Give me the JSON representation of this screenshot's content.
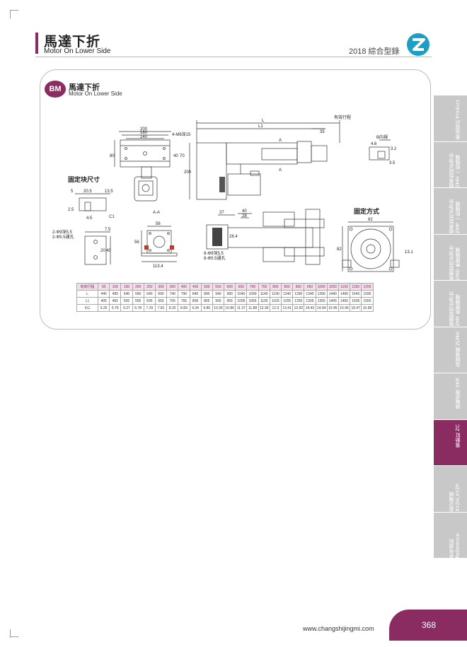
{
  "header": {
    "title": "馬達下折",
    "subtitle": "Motor On Lower Side",
    "catalog": "2018 綜合型錄"
  },
  "section": {
    "badge": "BM",
    "title": "馬達下折",
    "subtitle": "Motor On Lower Side"
  },
  "drawing": {
    "dims_front_top": [
      "200",
      "180",
      "140"
    ],
    "hole_note": "4-M6深15",
    "dim_80": "80",
    "dim_40": "40",
    "dim_70": "70",
    "dim_L": "L",
    "dim_L1": "L1",
    "dim_35": "35",
    "stroke_label": "有效行程",
    "dim_200_side": "200",
    "section_A": "A",
    "fix_block_label": "固定块尺寸",
    "fix_method_label": "固定方式",
    "view_AA": "A-A",
    "dim_56": "56",
    "dim_56_side": "56",
    "dim_113": "113.4",
    "dim_5": "5",
    "dim_205": "20.5",
    "dim_135": "13.5",
    "dim_25": "2.5",
    "dim_45": "4.5",
    "dim_c1": "C1",
    "dim_75": "7.5",
    "dim_20": "20",
    "dim_40_blk": "40",
    "hole_a": "2-Φ9深5.5",
    "hole_b": "2-Φ5.5通孔",
    "dim_37": "37",
    "dim_40b": "40",
    "dim_28": "28",
    "dim_284": "28.4",
    "hole_c": "8-Φ9深5.5",
    "hole_d": "8-Φ5.5通孔",
    "dim_82": "82",
    "dim_82_side": "82",
    "dim_131": "13.1",
    "b_view": "B向視",
    "dim_46": "4.6",
    "dim_32": "3.2",
    "dim_35b": "3.5"
  },
  "table": {
    "header_label": "有效行程",
    "strokes": [
      "50",
      "100",
      "150",
      "200",
      "250",
      "300",
      "350",
      "400",
      "450",
      "500",
      "550",
      "600",
      "650",
      "700",
      "750",
      "800",
      "850",
      "900",
      "950",
      "1000",
      "1050",
      "1100",
      "1150",
      "1200"
    ],
    "rows": [
      {
        "label": "L",
        "values": [
          "440",
          "490",
          "540",
          "590",
          "640",
          "690",
          "740",
          "790",
          "840",
          "890",
          "940",
          "990",
          "1040",
          "1090",
          "1140",
          "1190",
          "1240",
          "1290",
          "1340",
          "1390",
          "1440",
          "1490",
          "1540",
          "1590"
        ]
      },
      {
        "label": "L1",
        "values": [
          "405",
          "455",
          "505",
          "555",
          "605",
          "655",
          "705",
          "755",
          "805",
          "855",
          "905",
          "955",
          "1005",
          "1055",
          "1105",
          "1155",
          "1205",
          "1255",
          "1305",
          "1355",
          "1405",
          "1455",
          "1505",
          "1555"
        ]
      },
      {
        "label": "KG",
        "values": [
          "5.25",
          "5.76",
          "6.27",
          "6.78",
          "7.29",
          "7.81",
          "8.32",
          "8.83",
          "9.34",
          "9.85",
          "10.35",
          "10.86",
          "11.37",
          "11.88",
          "12.39",
          "12.9",
          "13.41",
          "13.92",
          "14.43",
          "14.94",
          "15.45",
          "15.96",
          "16.47",
          "16.98"
        ]
      }
    ]
  },
  "tabs": [
    {
      "label": "產品資訊 Product"
    },
    {
      "label": "標準型同步滑台ZMH 一般機種"
    },
    {
      "label": "標準型同步滑台ZMP 一般機種"
    },
    {
      "label": "無塵型同步滑台ZMD 無塵機種"
    },
    {
      "label": "無塵型同步滑台ZMF 無塵機種"
    },
    {
      "label": "直線電機 ZLMH"
    },
    {
      "label": "銀輪皮帶 XKR"
    },
    {
      "label": "電動缸 ZC"
    },
    {
      "label": "直交機械 XYZH,XYZP"
    },
    {
      "label": "參考資料 Reference"
    }
  ],
  "active_tab": 7,
  "footer": {
    "url": "www.changshijingmi.com",
    "page": "368"
  },
  "colors": {
    "accent": "#8a2b62",
    "tab_inactive": "#c8c8c8"
  }
}
